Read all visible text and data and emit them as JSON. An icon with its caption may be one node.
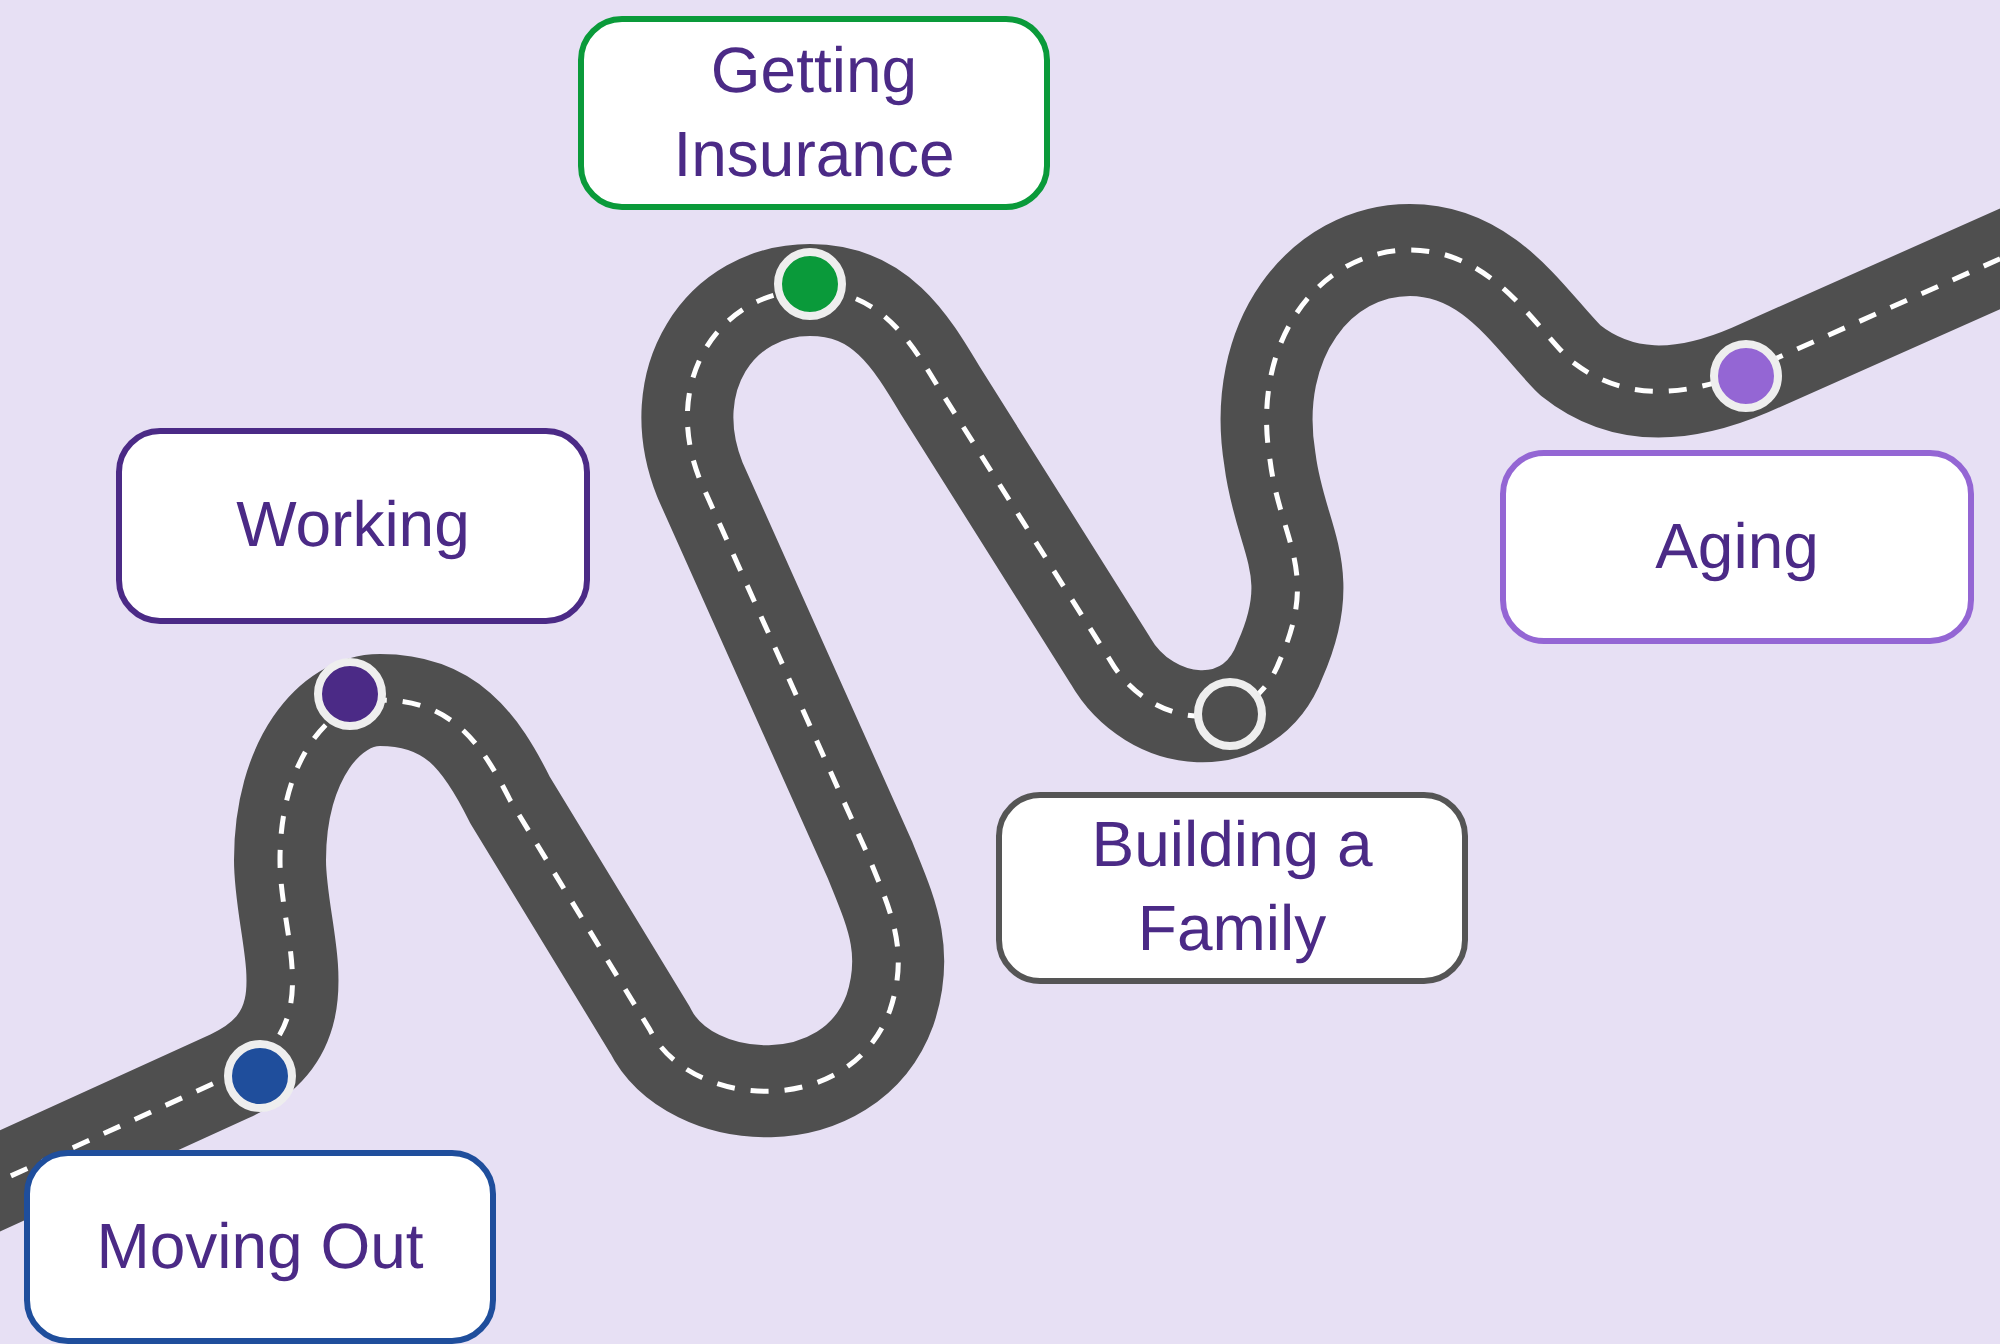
{
  "diagram": {
    "nodes": [
      {
        "text": [
          "Moving Out"
        ]
      },
      {
        "text": [
          "Working"
        ]
      },
      {
        "text": [
          "Getting Insurance"
        ]
      },
      {
        "text": [
          "Building a Family"
        ]
      },
      {
        "text": [
          "Aging"
        ]
      }
    ]
  }
}
